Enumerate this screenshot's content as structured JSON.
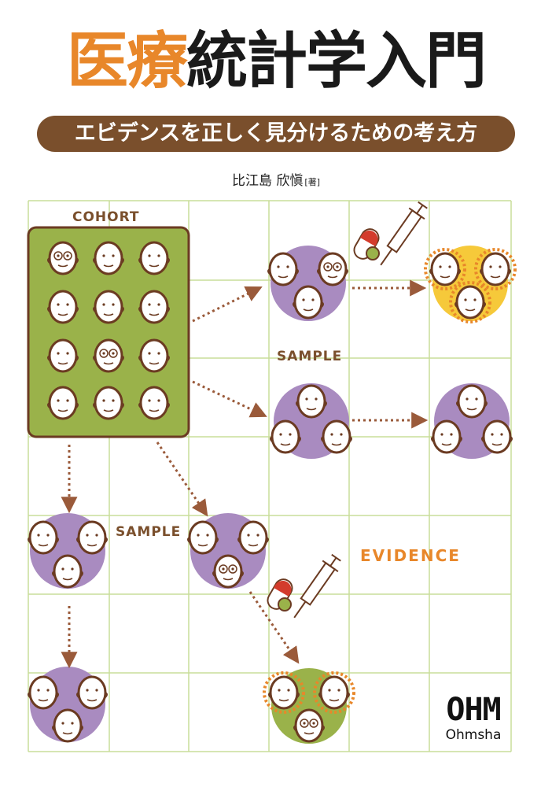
{
  "title": {
    "accent": "医療",
    "rest": "統計学入門"
  },
  "subtitle": "エビデンスを正しく見分けるための考え方",
  "author": {
    "name": "比江島 欣愼",
    "role": "[著]"
  },
  "labels": {
    "cohort": "COHORT",
    "sample_top": "SAMPLE",
    "sample_left": "SAMPLE",
    "evidence": "EVIDENCE"
  },
  "publisher": {
    "logo": "OHM",
    "name": "Ohmsha"
  },
  "colors": {
    "accent_orange": "#e8872a",
    "brown": "#7a4f2c",
    "cohort_green": "#9ab24a",
    "sample_purple": "#a98bc0",
    "treated_yellow": "#f6c93a",
    "grid_green": "#c9dd9a"
  }
}
